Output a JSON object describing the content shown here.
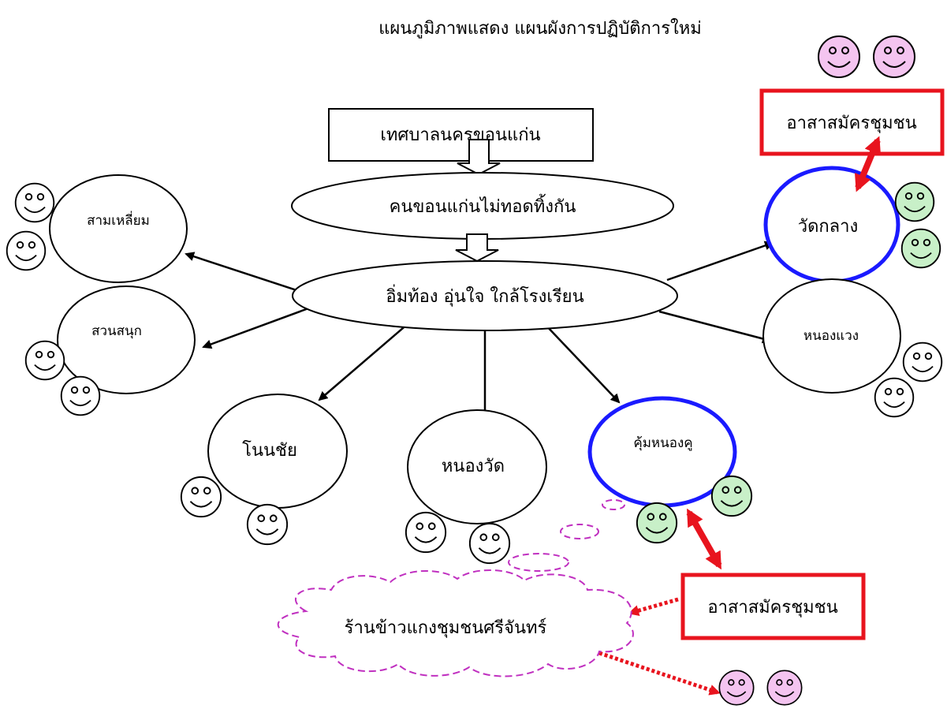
{
  "title": "แผนภูมิภาพแสดง   แผนผังการปฏิบัติการใหม่",
  "top_box": "เทศบาลนครขอนแก่น",
  "slogan": "คนขอนแก่นไม่ทอดทิ้งกัน",
  "hub": "อิ่มท้อง อุ่นใจ ใกล้โรงเรียน",
  "schools": {
    "sam_liam": "สามเหลี่ยม",
    "suan_sanuk": "สวนสนุก",
    "non_chai": "โนนชัย",
    "nong_wat": "หนองวัด",
    "khum_nong_khu": "คุ้มหนองคู",
    "wat_klang": "วัดกลาง",
    "nong_waeng": "หนองแวง"
  },
  "volunteer_top": "อาสาสมัครชุมชน",
  "volunteer_bottom": "อาสาสมัครชุมชน",
  "shop": "ร้านข้าวแกงชุมชนศรีจันทร์",
  "colors": {
    "blue_highlight": "#1a1aff",
    "red_highlight": "#e8141e",
    "pink_dashed": "#c030c0",
    "green_face": "#c8f0c8",
    "pink_face": "#f4c4f0",
    "white_face": "#ffffff"
  },
  "icons": [
    "smiley-face-icon"
  ]
}
